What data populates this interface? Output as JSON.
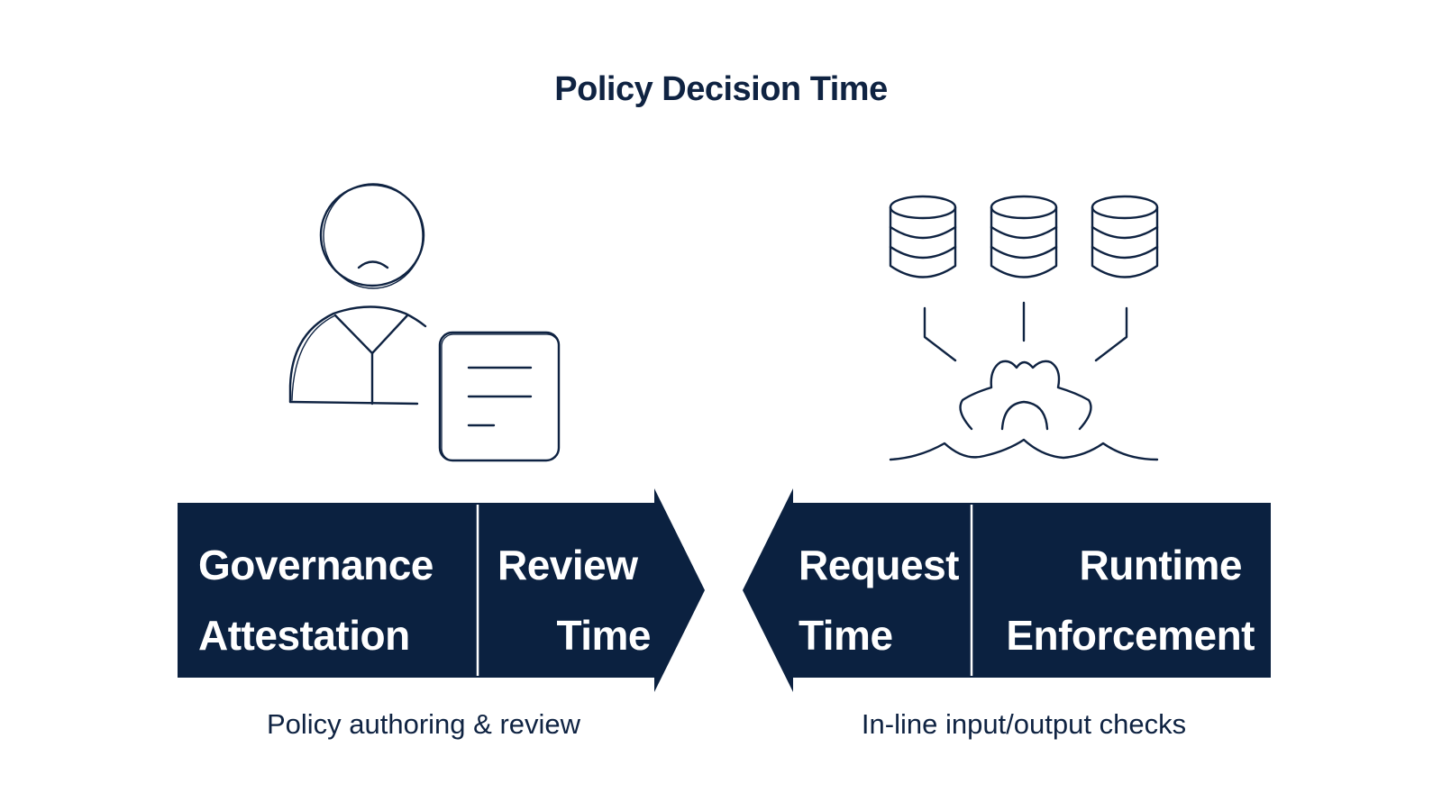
{
  "title": "Policy Decision Time",
  "colors": {
    "ink": "#0f2342",
    "band": "#0b2140",
    "band_text": "#ffffff",
    "background": "#ffffff"
  },
  "left_panel": {
    "illustration": [
      "person-icon",
      "document-icon"
    ],
    "segments": [
      {
        "line1": "Governance",
        "line2": "Attestation"
      },
      {
        "line1": "Review",
        "line2": "Time"
      }
    ],
    "arrow_direction": "right",
    "caption": "Policy authoring & review"
  },
  "right_panel": {
    "illustration": [
      "database-icon",
      "database-icon",
      "database-icon",
      "gear-icon"
    ],
    "segments": [
      {
        "line1": "Request",
        "line2": "Time"
      },
      {
        "line1": "Runtime",
        "line2": "Enforcement"
      }
    ],
    "arrow_direction": "left",
    "caption": "In-line input/output checks"
  }
}
